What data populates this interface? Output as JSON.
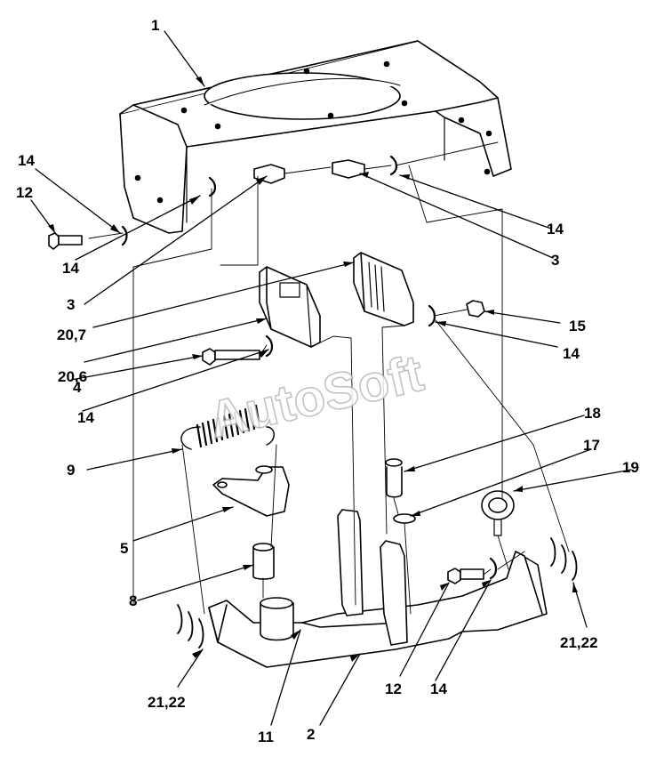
{
  "watermark": "AutoSoft",
  "callouts": {
    "c1": "1",
    "c14_tl": "14",
    "c12_tl": "12",
    "c14_ml": "14",
    "c3_l": "3",
    "c20_7": "20,7",
    "c20_6": "20,6",
    "c4": "4",
    "c14_ll": "14",
    "c9": "9",
    "c5": "5",
    "c8": "8",
    "c21_22_l": "21,22",
    "c11": "11",
    "c2": "2",
    "c12_b": "12",
    "c14_b": "14",
    "c21_22_r": "21,22",
    "c19": "19",
    "c17": "17",
    "c18": "18",
    "c14_mr": "14",
    "c15": "15",
    "c3_r": "3",
    "c14_tr": "14"
  }
}
